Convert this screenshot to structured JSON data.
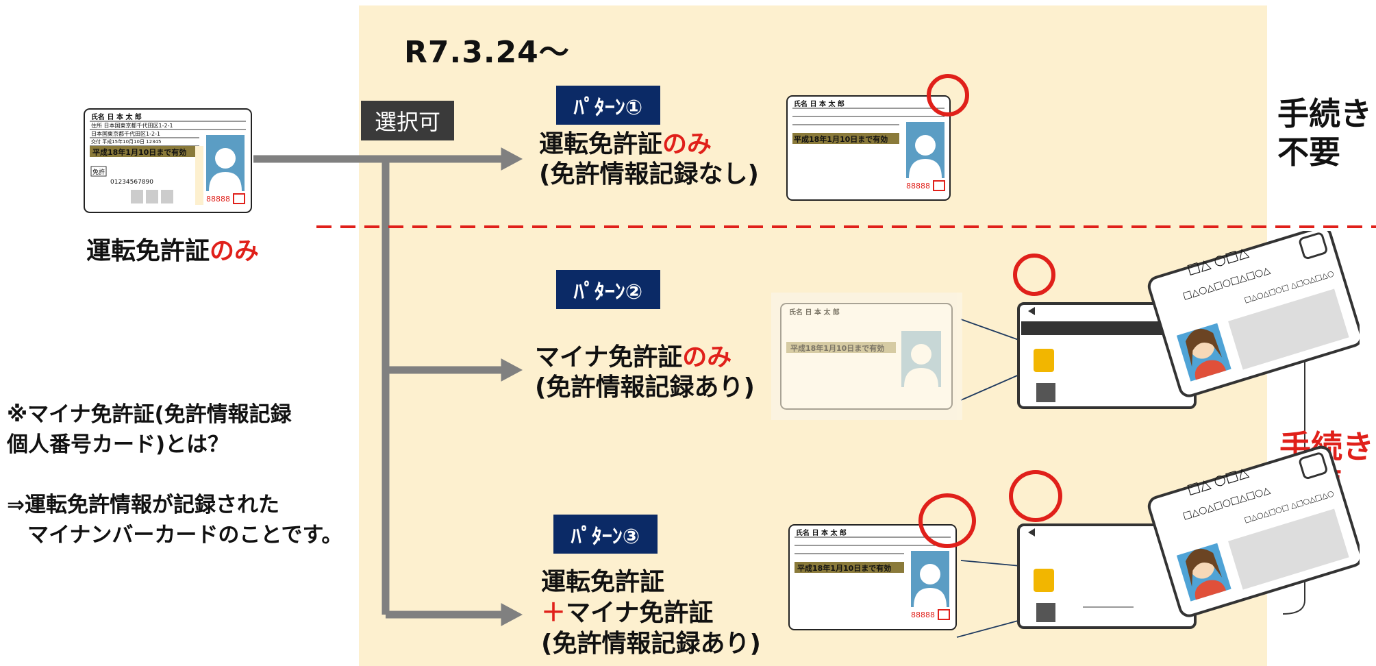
{
  "date_label": "R7.3.24～",
  "select_badge": "選択可",
  "left": {
    "caption_a": "運転免許証",
    "caption_b": "のみ",
    "note_line1": "※マイナ免許証(免許情報記録",
    "note_line2": "個人番号カード)とは？",
    "note_line3": "⇒運転免許情報が記録された",
    "note_line4": "マイナンバーカードのことです。"
  },
  "patterns": [
    {
      "badge": "ﾊﾟﾀｰﾝ①",
      "line1a": "運転免許証",
      "line1b": "のみ",
      "line2": "(免許情報記録なし)"
    },
    {
      "badge": "ﾊﾟﾀｰﾝ②",
      "line1a": "マイナ免許証",
      "line1b": "のみ",
      "line2": "(免許情報記録あり)"
    },
    {
      "badge": "ﾊﾟﾀｰﾝ③",
      "line1": "運転免許証",
      "line2a": "＋",
      "line2b": "マイナ免許証",
      "line3": "(免許情報記録あり)"
    }
  ],
  "procedure": {
    "not_needed_line1": "手続き",
    "not_needed_line2": "不要",
    "needed_line1": "手続き",
    "needed_line2": "必要"
  },
  "license_card": {
    "name_row": "氏名 日 本 太 郎",
    "addr_row1": "住所 日本国東京都千代田区1-2-1",
    "addr_row2": "日本国東京都千代田区1-2-1",
    "issue_row": "交付 平成15年10月10日 12345",
    "expiry": "平成18年1月10日まで有効",
    "type_box": "免許",
    "number": "01234567890",
    "red_number": "88888"
  },
  "my_number_card": {
    "row1": "□△ ○□△",
    "row2": "□△○△□○□△□○△",
    "row3": "□△○△□○□ △□○△□△○"
  },
  "colors": {
    "panel": "#fdf0cf",
    "badge_navy": "#0b2a66",
    "accent_red": "#e0201a",
    "arrow_gray": "#808080"
  }
}
